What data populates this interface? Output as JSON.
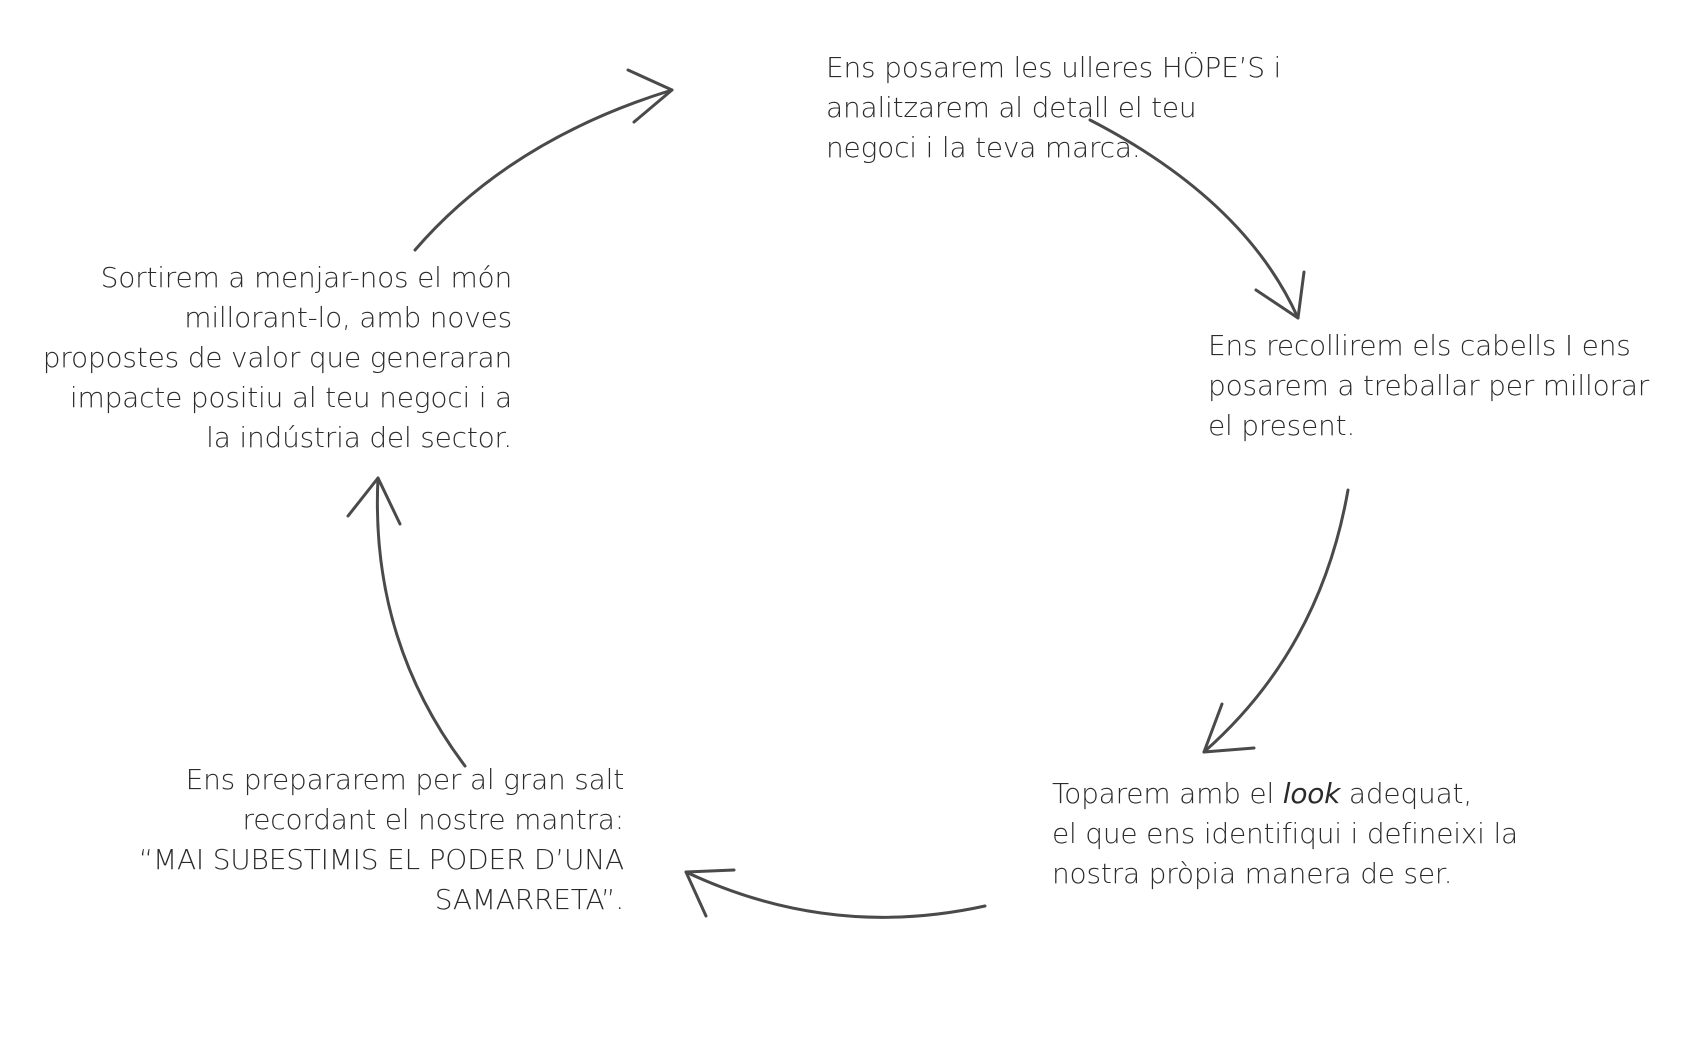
{
  "diagram": {
    "steps": [
      {
        "id": "step-1",
        "lines": [
          "Ens posarem les ulleres HÖPE’S i",
          "analitzarem al detall el teu",
          "negoci i la teva marca."
        ]
      },
      {
        "id": "step-2",
        "lines": [
          "Ens recollirem els cabells I ens",
          "posarem a treballar per millorar",
          "el present."
        ]
      },
      {
        "id": "step-3",
        "line1_before": "Toparem amb el ",
        "line1_italic": "look",
        "line1_after": " adequat,",
        "lines": [
          "el que ens identifiqui i defineixi la",
          "nostra pròpia manera de ser."
        ]
      },
      {
        "id": "step-4",
        "lines": [
          "Ens prepararem per al gran salt",
          "recordant el nostre mantra:",
          "“MAI SUBESTIMIS EL PODER D’UNA",
          "SAMARRETA”."
        ]
      },
      {
        "id": "step-5",
        "lines": [
          "Sortirem a menjar-nos el món",
          "millorant-lo, amb noves",
          "propostes de valor que generaran",
          "impacte positiu al teu negoci i a",
          "la indústria del sector."
        ]
      }
    ],
    "colors": {
      "text": "#2b2b2b",
      "arrow": "#4a4a4a",
      "background": "#ffffff"
    }
  }
}
